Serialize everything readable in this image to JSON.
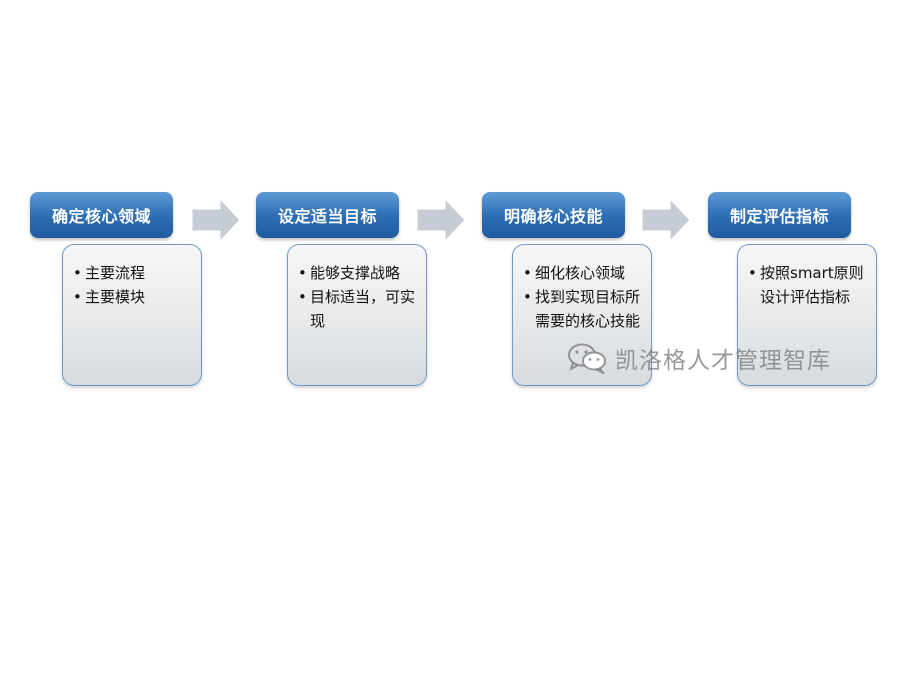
{
  "steps": [
    {
      "title": "确定核心领域",
      "bullets": [
        "主要流程",
        "主要模块"
      ]
    },
    {
      "title": "设定适当目标",
      "bullets": [
        "能够支撑战略",
        "目标适当，可实现"
      ]
    },
    {
      "title": "明确核心技能",
      "bullets": [
        "细化核心领域",
        "找到实现目标所需要的核心技能"
      ]
    },
    {
      "title": "制定评估指标",
      "bullets": [
        "按照smart原则设计评估指标"
      ]
    }
  ],
  "watermark": {
    "text": "凯洛格人才管理智库",
    "icon": "wechat-icon"
  },
  "colors": {
    "header": "#2f6fb6",
    "border": "#6f9bc9",
    "arrow": "#c5ccd3"
  }
}
